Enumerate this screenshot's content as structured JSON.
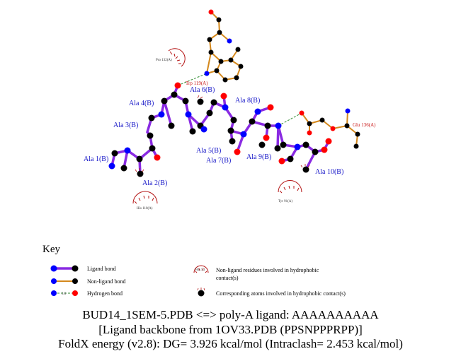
{
  "colors": {
    "ligand_bond": "#8a2be2",
    "nonligand_bond": "#d4881c",
    "hbond": "#2e8b2e",
    "carbon": "#000000",
    "nitrogen": "#0000ff",
    "oxygen": "#ff0000",
    "hydrophobic": "#b41414",
    "ligand_label": "#1616c8",
    "residue_label": "#c81414"
  },
  "ligand_labels": [
    "Ala 1(B)",
    "Ala 2(B)",
    "Ala 3(B)",
    "Ala 4(B)",
    "Ala 5(B)",
    "Ala 6(B)",
    "Ala 7(B)",
    "Ala 8(B)",
    "Ala 9(B)",
    "Ala 10(B)"
  ],
  "residue_labels": [
    "Trp 119(A)",
    "Glu 136(A)"
  ],
  "hydrophobic_labels": [
    "Pro 132(A)",
    "His 110(A)",
    "Tyr 91(A)"
  ],
  "key": {
    "title": "Key",
    "ligand_bond": "Ligand bond",
    "nonligand_bond": "Non-ligand bond",
    "hydrogen_bond": "Hydrogen bond",
    "hbond_distance": "3.0",
    "hydrophobic_sample": "His 53",
    "hydrophobic_desc_line1": "Non-ligand residues involved in hydrophobic",
    "hydrophobic_desc_line2": "contact(s)",
    "corresponding_atoms": "Corresponding atoms involved in hydrophobic contact(s)"
  },
  "caption": {
    "line1": "BUD14_1SEM-5.PDB <=> poly-A ligand: AAAAAAAAAA",
    "line2": "[Ligand backbone from 1OV33.PDB (PPSNPPPRPP)]",
    "line3": "FoldX energy (v2.8): DG= 3.926 kcal/mol (Intraclash= 2.453 kcal/mol)"
  }
}
